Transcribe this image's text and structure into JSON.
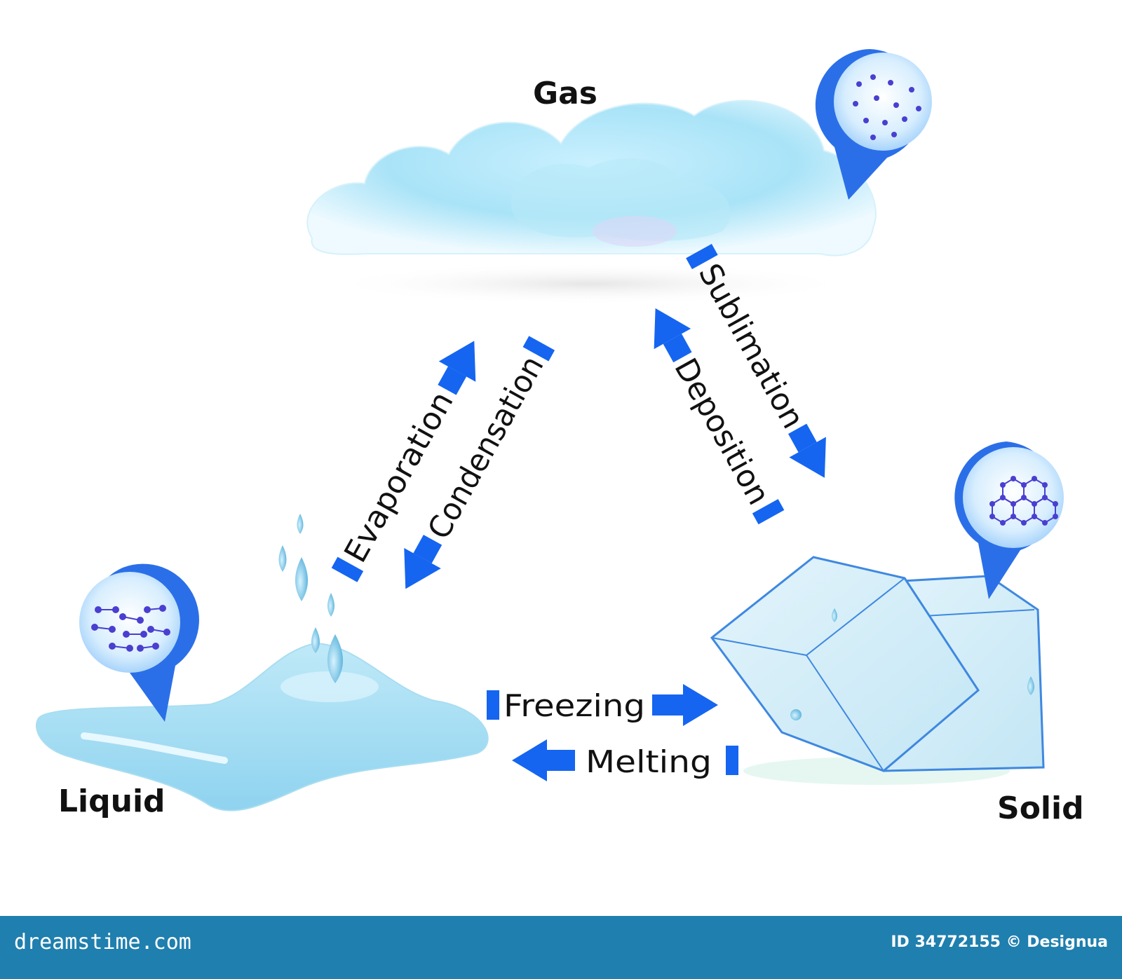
{
  "states": {
    "gas": "Gas",
    "liquid": "Liquid",
    "solid": "Solid"
  },
  "processes": {
    "evaporation": "Evaporation",
    "condensation": "Condensation",
    "sublimation": "Sublimation",
    "deposition": "Deposition",
    "freezing": "Freezing",
    "melting": "Melting"
  },
  "footer": {
    "brand": "dreamstime.com",
    "id_text": "ID 34772155 © Designua"
  },
  "colors": {
    "arrow": "#1565f0",
    "footer": "#1f7fae",
    "molecule": "#4a3fd0",
    "bubble": "#2b6fe8"
  }
}
